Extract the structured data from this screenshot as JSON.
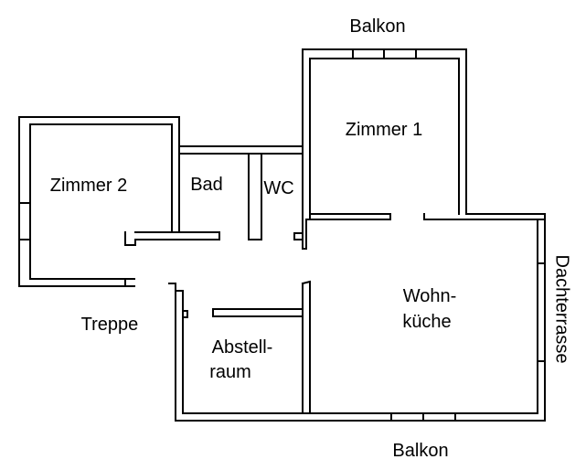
{
  "labels": {
    "balkon_top": "Balkon",
    "zimmer1": "Zimmer 1",
    "zimmer2": "Zimmer 2",
    "bad": "Bad",
    "wc": "WC",
    "wohnkueche_l1": "Wohn-",
    "wohnkueche_l2": "küche",
    "treppe": "Treppe",
    "abstellraum_l1": "Abstell-",
    "abstellraum_l2": "raum",
    "dachterrasse": "Dachterrasse",
    "balkon_bottom": "Balkon"
  },
  "colors": {
    "wall": "#000000",
    "background": "#ffffff"
  }
}
